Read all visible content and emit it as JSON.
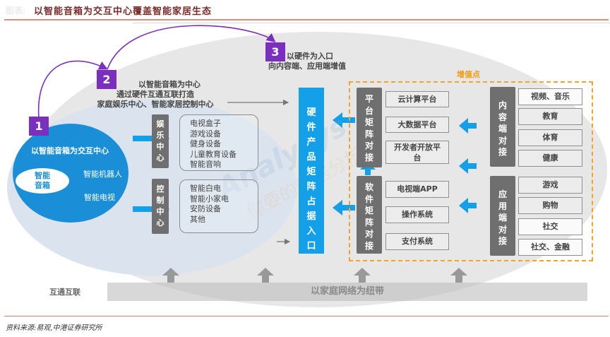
{
  "header": {
    "figure_label": "图表:",
    "title": "以智能音箱为交互中心覆盖智能家居生态"
  },
  "steps": [
    {
      "number": "1",
      "text": [
        "以智能音箱为交互中心"
      ]
    },
    {
      "number": "2",
      "text": [
        "以智能音箱为中心",
        "通过硬件互通互联打造",
        "家庭娱乐中心、智能家居控制中心"
      ]
    },
    {
      "number": "3",
      "text": [
        "以硬件为入口",
        "向内容端、应用端增值"
      ]
    }
  ],
  "interaction_center": {
    "core": "智能音箱",
    "core_lines": [
      "智能",
      "音箱"
    ],
    "items": [
      "智能机器人",
      "智能电视"
    ]
  },
  "centers": [
    {
      "label": "娱乐中心",
      "label_chars": [
        "娱",
        "乐",
        "中",
        "心"
      ],
      "items": [
        "电视盒子",
        "游戏设备",
        "健身设备",
        "儿童教育设备",
        "智能音响"
      ]
    },
    {
      "label": "控制中心",
      "label_chars": [
        "控",
        "制",
        "中",
        "心"
      ],
      "items": [
        "智能白电",
        "智能小家电",
        "安防设备",
        "其他"
      ]
    }
  ],
  "hardware_entry": {
    "label": "硬件产品矩阵占据入口",
    "chars": [
      "硬",
      "件",
      "产",
      "品",
      "矩",
      "阵",
      "占",
      "据",
      "入",
      "口"
    ]
  },
  "value_added": {
    "label": "增值点",
    "platform_matrix": {
      "label": "平台矩阵对接",
      "chars": [
        "平",
        "台",
        "矩",
        "阵",
        "对",
        "接"
      ],
      "items": [
        "云计算平台",
        "大数据平台",
        "开发者开放平台"
      ]
    },
    "software_matrix": {
      "label": "软件矩阵对接",
      "chars": [
        "软",
        "件",
        "矩",
        "阵",
        "对",
        "接"
      ],
      "items": [
        "电视端APP",
        "操作系统",
        "支付系统"
      ]
    },
    "content_side": {
      "label": "内容端对接",
      "chars": [
        "内",
        "容",
        "端",
        "对",
        "接"
      ],
      "items": [
        "视频、音乐",
        "教育",
        "体育",
        "健康"
      ]
    },
    "application_side": {
      "label": "应用端对接",
      "chars": [
        "应",
        "用",
        "端",
        "对",
        "接"
      ],
      "items": [
        "游戏",
        "购物",
        "社交",
        "社交、金融"
      ]
    }
  },
  "bottom": {
    "label": "互通互联",
    "bar_text": "以家庭网络为纽带"
  },
  "watermark": {
    "latin": "Analysys",
    "cn": "你要的数据分析"
  },
  "source": "资料来源:易观,中港证券研究所",
  "colors": {
    "step_purple": "#7b2fbe",
    "hardware_blue": "#13a0e8",
    "circle_blue": "#1a8fd8",
    "value_added_orange": "#f2a52a",
    "title_red": "#7b2a2a",
    "label_gray": "#6f6f6f"
  }
}
